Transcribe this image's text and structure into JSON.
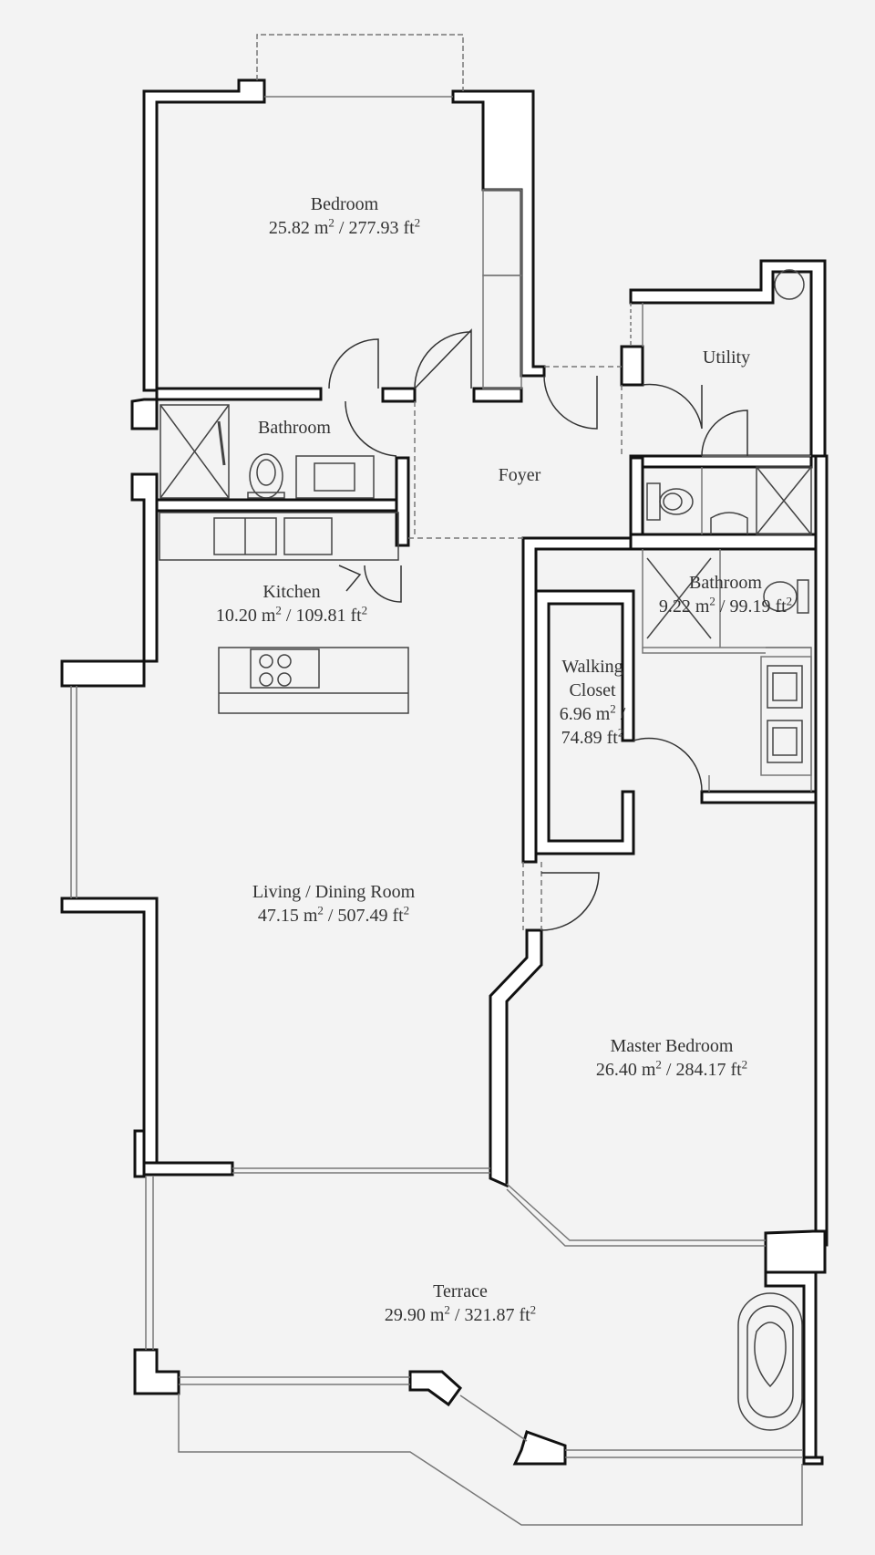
{
  "rooms": {
    "bedroom": {
      "name": "Bedroom",
      "area_m": "25.82 m",
      "area_ft": " / 277.93 ft"
    },
    "bathroom_left": {
      "name": "Bathroom"
    },
    "utility": {
      "name": "Utility"
    },
    "foyer": {
      "name": "Foyer"
    },
    "kitchen": {
      "name": "Kitchen",
      "area_m": "10.20 m",
      "area_ft": " / 109.81 ft"
    },
    "bathroom_right": {
      "name": "Bathroom",
      "area_m": "9.22 m",
      "area_ft": " / 99.19 ft"
    },
    "walking_closet": {
      "name_line1": "Walking",
      "name_line2": "Closet",
      "area_m": "6.96 m",
      "area_m_suffix": " /",
      "area_ft": "74.89 ft"
    },
    "living": {
      "name": "Living / Dining Room",
      "area_m": "47.15 m",
      "area_ft": " / 507.49 ft"
    },
    "master": {
      "name": "Master Bedroom",
      "area_m": "26.40 m",
      "area_ft": " / 284.17 ft"
    },
    "terrace": {
      "name": "Terrace",
      "area_m": "29.90 m",
      "area_ft": " / 321.87 ft"
    }
  },
  "units": {
    "sq": "2"
  },
  "colors": {
    "wall": "#111111",
    "line": "#666666",
    "fixture": "#444444",
    "background": "#f3f3f3"
  }
}
